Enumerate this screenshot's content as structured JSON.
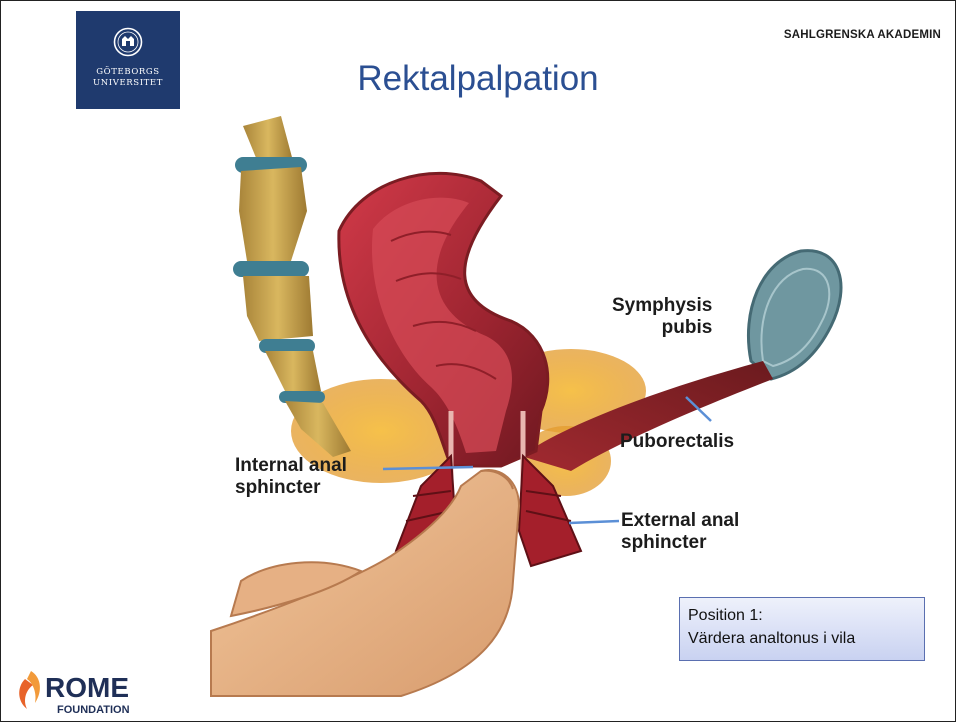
{
  "header": {
    "university_line1": "GÖTEBORGS",
    "university_line2": "UNIVERSITET",
    "academy": "SAHLGRENSKA AKADEMIN",
    "title": "Rektalpalpation"
  },
  "labels": {
    "symphysis_line1": "Symphysis",
    "symphysis_line2": "pubis",
    "puborectalis": "Puborectalis",
    "internal_line1": "Internal anal",
    "internal_line2": "sphincter",
    "external_line1": "External anal",
    "external_line2": "sphincter"
  },
  "infobox": {
    "line1": "Position 1:",
    "line2": "Värdera analtonus i vila"
  },
  "footer": {
    "rome_word": "ROME",
    "foundation_word": "FOUNDATION"
  },
  "colors": {
    "university_blue": "#1f3a6e",
    "title_blue": "#2b4f92",
    "label_line_blue": "#5b8fd6",
    "rome_navy": "#1f2f57",
    "rome_orange": "#e8632a"
  }
}
